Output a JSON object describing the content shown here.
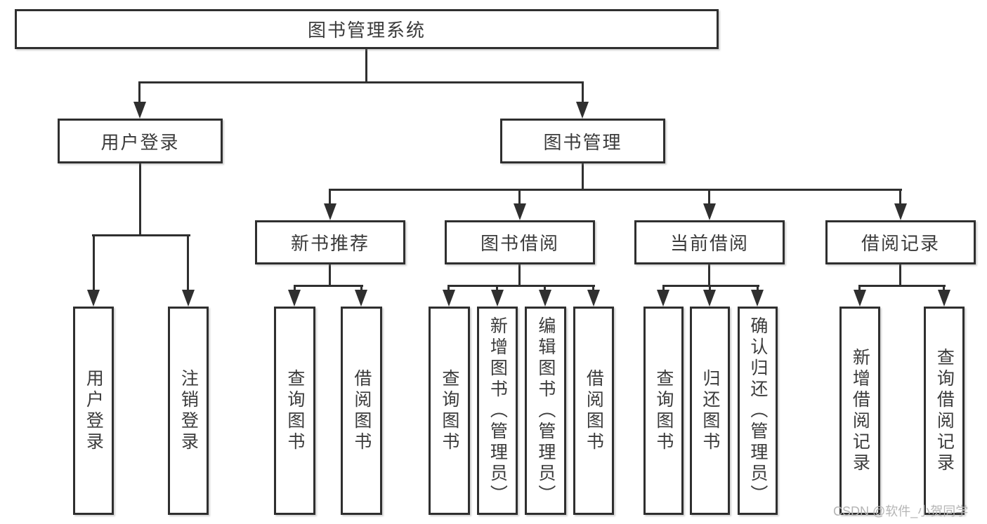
{
  "tree": {
    "root": {
      "label": "图书管理系统"
    },
    "branches": [
      {
        "label": "用户登录",
        "children": [
          {
            "label": "用户登录"
          },
          {
            "label": "注销登录"
          }
        ]
      },
      {
        "label": "图书管理",
        "children": [
          {
            "label": "新书推荐",
            "children": [
              {
                "label": "查询图书"
              },
              {
                "label": "借阅图书"
              }
            ]
          },
          {
            "label": "图书借阅",
            "children": [
              {
                "label": "查询图书"
              },
              {
                "label": "新增图书（管理员）"
              },
              {
                "label": "编辑图书（管理员）"
              },
              {
                "label": "借阅图书"
              }
            ]
          },
          {
            "label": "当前借阅",
            "children": [
              {
                "label": "查询图书"
              },
              {
                "label": "归还图书"
              },
              {
                "label": "确认归还（管理员）"
              }
            ]
          },
          {
            "label": "借阅记录",
            "children": [
              {
                "label": "新增借阅记录"
              },
              {
                "label": "查询借阅记录"
              }
            ]
          }
        ]
      }
    ]
  },
  "watermark": {
    "text": "CSDN @软件_小贺同学"
  },
  "colors": {
    "line": "#2f2f2f",
    "text": "#3b3b3b",
    "watermark": "#b5b5b5",
    "background": "#ffffff"
  }
}
